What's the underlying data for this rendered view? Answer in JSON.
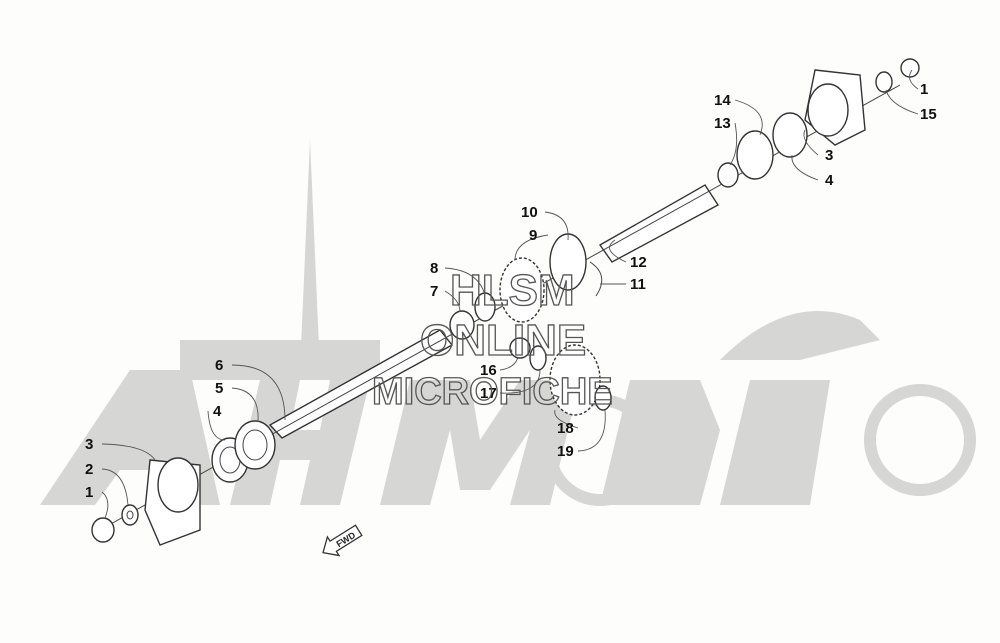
{
  "diagram": {
    "callouts": {
      "top_14": "14",
      "top_13": "13",
      "top_1": "1",
      "top_15": "15",
      "top_3": "3",
      "top_4": "4",
      "c10": "10",
      "c9": "9",
      "c12": "12",
      "c11": "11",
      "c8": "8",
      "c7": "7",
      "bot_6": "6",
      "bot_5": "5",
      "bot_4": "4",
      "bot_3": "3",
      "bot_2": "2",
      "bot_1": "1",
      "c16": "16",
      "c17": "17",
      "c18": "18",
      "c19": "19"
    },
    "direction_label": "FWD"
  },
  "watermark": {
    "line1": "HLSM",
    "line2": "ONLINE",
    "line3": "MICROFICHE"
  }
}
